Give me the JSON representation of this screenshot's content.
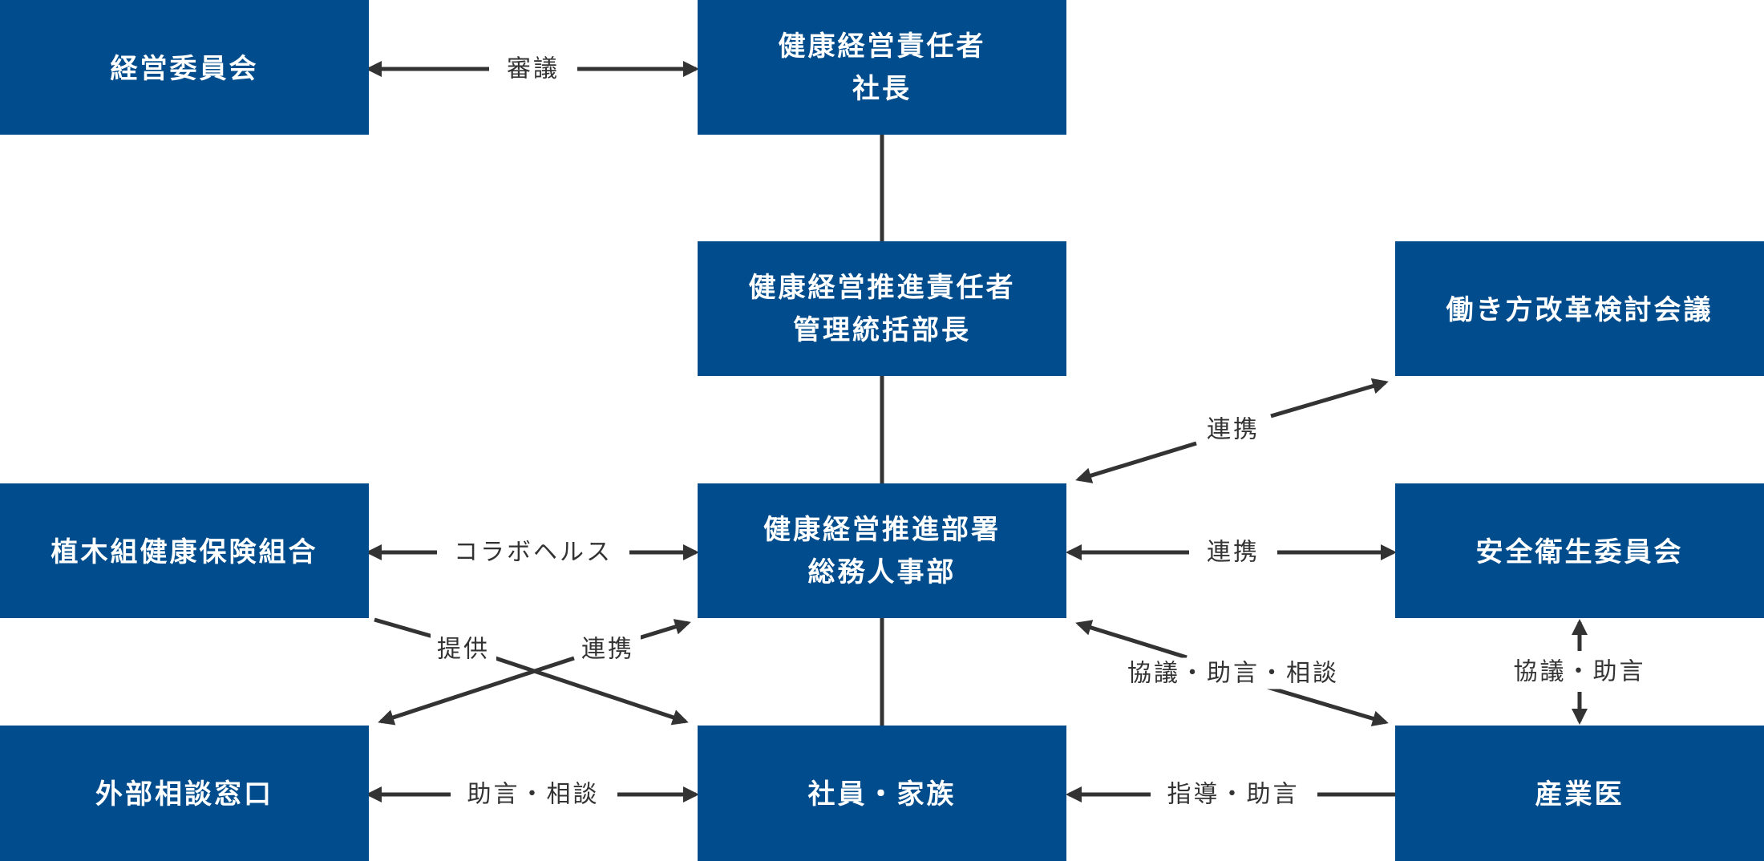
{
  "diagram": {
    "colors": {
      "node_fill": "#004c8d",
      "node_text": "#ffffff",
      "edge": "#333333",
      "background": "#ffffff"
    },
    "nodes": {
      "management_committee": {
        "lines": [
          "経営委員会"
        ]
      },
      "health_officer": {
        "lines": [
          "健康経営責任者",
          "社長"
        ]
      },
      "promotion_officer": {
        "lines": [
          "健康経営推進責任者",
          "管理統括部長"
        ]
      },
      "work_style_council": {
        "lines": [
          "働き方改革検討会議"
        ]
      },
      "health_insurance": {
        "lines": [
          "植木組健康保険組合"
        ]
      },
      "promotion_dept": {
        "lines": [
          "健康経営推進部署",
          "総務人事部"
        ]
      },
      "safety_committee": {
        "lines": [
          "安全衛生委員会"
        ]
      },
      "external_counsel": {
        "lines": [
          "外部相談窓口"
        ]
      },
      "employees_family": {
        "lines": [
          "社員・家族"
        ]
      },
      "industrial_doctor": {
        "lines": [
          "産業医"
        ]
      }
    },
    "edges": {
      "deliberation": {
        "label": "審議"
      },
      "collaboration_work_style": {
        "label": "連携"
      },
      "collabo_health": {
        "label": "コラボヘルス"
      },
      "collaboration_safety": {
        "label": "連携"
      },
      "provision": {
        "label": "提供"
      },
      "collaboration_external": {
        "label": "連携"
      },
      "consult_advise_dept": {
        "label": "協議・助言・相談"
      },
      "consult_advise_safety": {
        "label": "協議・助言"
      },
      "advice_external": {
        "label": "助言・相談"
      },
      "guidance_doctor": {
        "label": "指導・助言"
      }
    }
  }
}
